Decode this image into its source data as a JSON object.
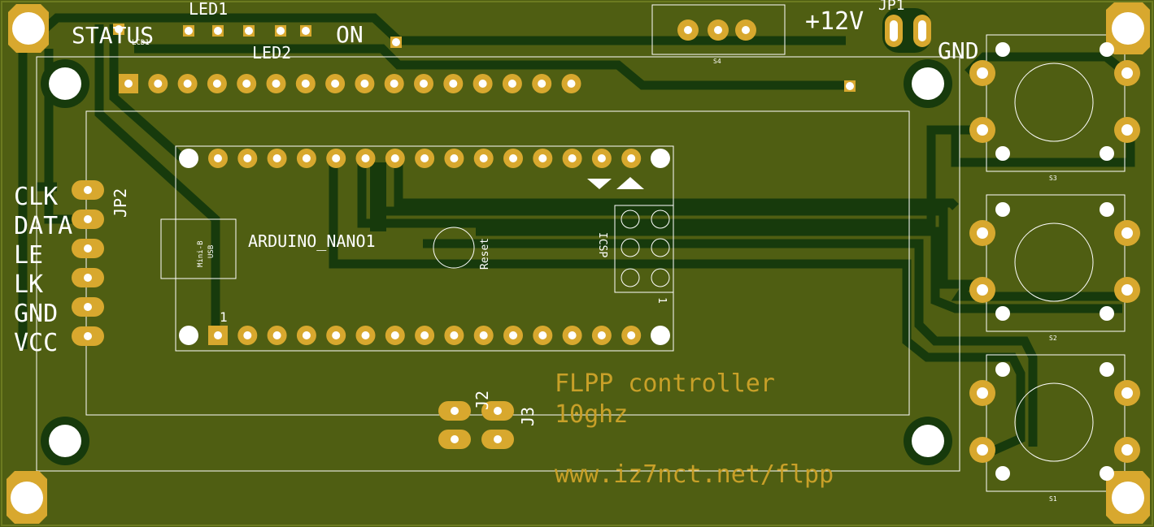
{
  "colors": {
    "board": "#4f5e12",
    "trace": "#173a0c",
    "pad": "#d8a82e",
    "silk": "#ffffff",
    "copper_text": "#c8a028"
  },
  "labels": {
    "status": "STATUS",
    "led1": "LED1",
    "led2": "LED2",
    "lcd1": "LCD1",
    "on": "ON",
    "v12": "+12V",
    "jp1": "JP1",
    "gnd": "GND",
    "jp2": "JP2",
    "clk": "CLK",
    "data": "DATA",
    "le": "LE",
    "lk": "LK",
    "gnd_left": "GND",
    "vcc": "VCC",
    "arduino": "ARDUINO_NANO1",
    "reset": "Reset",
    "icsp": "ICSP",
    "mini_b": "Mini-B",
    "usb": "USB",
    "pin1_bottom": "1",
    "pin1_icsp": "1",
    "j2": "J2",
    "j3": "J3",
    "s1": "S1",
    "s2": "S2",
    "s3": "S3",
    "s4": "S4"
  },
  "copper_text": {
    "line1": "FLPP controller",
    "line2": "10ghz",
    "line3": "www.iz7nct.net/flpp"
  }
}
